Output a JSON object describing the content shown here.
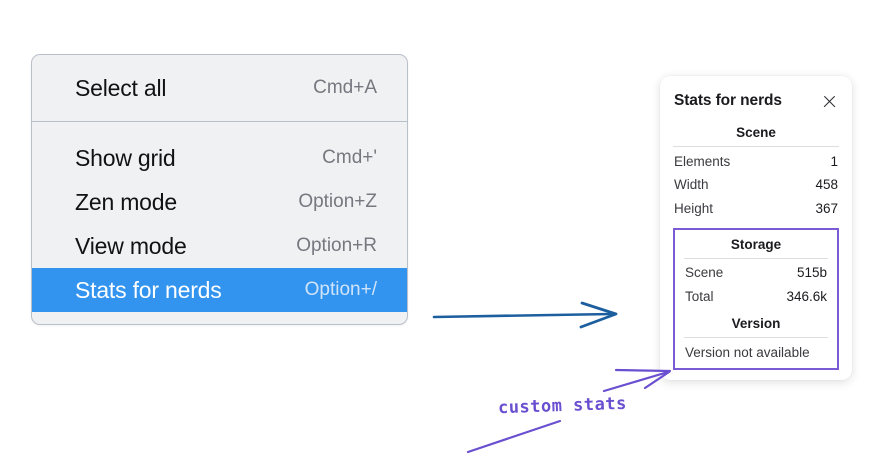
{
  "context_menu": {
    "name": "context-menu",
    "sections": [
      {
        "items": [
          {
            "label": "Select all",
            "shortcut": "Cmd+A",
            "highlighted": false
          }
        ]
      },
      {
        "items": [
          {
            "label": "Show grid",
            "shortcut": "Cmd+'",
            "highlighted": false
          },
          {
            "label": "Zen mode",
            "shortcut": "Option+Z",
            "highlighted": false
          },
          {
            "label": "View mode",
            "shortcut": "Option+R",
            "highlighted": false
          },
          {
            "label": "Stats for nerds",
            "shortcut": "Option+/",
            "highlighted": true
          }
        ]
      }
    ],
    "highlight_color": "#3294ee"
  },
  "stats_panel": {
    "title": "Stats for nerds",
    "close_icon": "close-icon",
    "sections": [
      {
        "title": "Scene",
        "boxed": false,
        "rows": [
          {
            "key": "Elements",
            "value": "1"
          },
          {
            "key": "Width",
            "value": "458"
          },
          {
            "key": "Height",
            "value": "367"
          }
        ]
      },
      {
        "title": "Storage",
        "boxed": true,
        "rows": [
          {
            "key": "Scene",
            "value": "515b"
          },
          {
            "key": "Total",
            "value": "346.6k"
          }
        ]
      },
      {
        "title": "Version",
        "boxed": true,
        "version_text": "Version not available"
      }
    ],
    "highlight_box_color": "#7b5ad6"
  },
  "annotations": {
    "blue_arrow": {
      "name": "blue-arrow",
      "color": "#1d5f9e"
    },
    "purple_label": {
      "text": "custom stats",
      "color": "#6a4fd0"
    },
    "purple_arrow": {
      "name": "purple-arrow",
      "color": "#6a4fd0"
    },
    "purple_underline": {
      "name": "purple-underline",
      "color": "#6a4fd0"
    }
  }
}
